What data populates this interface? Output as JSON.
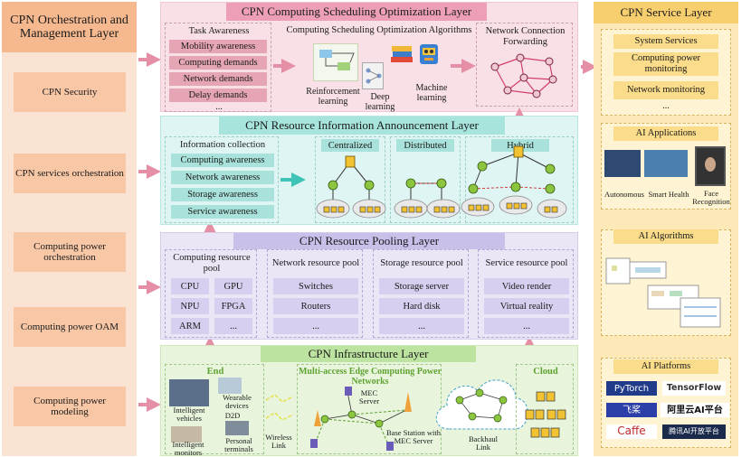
{
  "management": {
    "title": "CPN Orchestration and Management Layer",
    "items": [
      "CPN Security",
      "CPN services orchestration",
      "Computing power orchestration",
      "Computing power OAM",
      "Computing power modeling"
    ]
  },
  "scheduling": {
    "title": "CPN Computing Scheduling Optimization Layer",
    "task_awareness": {
      "title": "Task Awareness",
      "items": [
        "Mobility awareness",
        "Computing demands",
        "Network demands",
        "Delay demands",
        "..."
      ]
    },
    "algorithms": {
      "title": "Computing Scheduling Optimization Algorithms",
      "items": [
        "Reinforcement learning",
        "Deep learning",
        "Machine learning"
      ]
    },
    "forwarding": {
      "title": "Network Connection Forwarding"
    }
  },
  "info": {
    "title": "CPN Resource Information Announcement Layer",
    "collection": {
      "title": "Information collection",
      "items": [
        "Computing awareness",
        "Network awareness",
        "Storage awareness",
        "Service awareness"
      ]
    },
    "modes": [
      "Centralized",
      "Distributed",
      "Hybrid"
    ]
  },
  "pool": {
    "title": "CPN Resource Pooling Layer",
    "pools": [
      {
        "title": "Computing resource pool",
        "items": [
          "CPU",
          "GPU",
          "NPU",
          "FPGA",
          "ARM",
          "..."
        ]
      },
      {
        "title": "Network resource pool",
        "items": [
          "Switches",
          "Routers",
          "..."
        ]
      },
      {
        "title": "Storage resource pool",
        "items": [
          "Storage server",
          "Hard disk",
          "..."
        ]
      },
      {
        "title": "Service resource pool",
        "items": [
          "Video render",
          "Virtual reality",
          "..."
        ]
      }
    ]
  },
  "infra": {
    "title": "CPN Infrastructure Layer",
    "end": {
      "title": "End",
      "labels": [
        "Intelligent vehicles",
        "Wearable devices",
        "D2D",
        "Intelligent monitors",
        "Personal terminals"
      ]
    },
    "wireless": "Wireless Link",
    "mec": {
      "title": "Multi-access Edge Computing Power Networks",
      "labels": [
        "MEC Server",
        "Base Station with MEC Server"
      ]
    },
    "backhaul": "Backhaul Link",
    "cloud": "Cloud"
  },
  "service": {
    "title": "CPN Service Layer",
    "system_services": {
      "title": "System Services",
      "items": [
        "Computing power monitoring",
        "Network monitoring",
        "..."
      ]
    },
    "ai_applications": {
      "title": "AI Applications",
      "labels": [
        "Autonomous",
        "Smart Health",
        "Face Recognition"
      ]
    },
    "ai_algorithms": {
      "title": "AI Algorithms"
    },
    "ai_platforms": {
      "title": "AI Platforms",
      "logos": [
        "PyTorch",
        "TensorFlow",
        "飞桨",
        "阿里云AI平台",
        "Caffe",
        "腾讯AI开放平台"
      ]
    }
  },
  "colors": {
    "mgmt": "#fbe3d4",
    "mgmt_header": "#f6b98f",
    "scheduling": "#f8e0e6",
    "info": "#dff5f3",
    "pool": "#eae6f5",
    "infra": "#e8f5dc",
    "service": "#fde8b8",
    "arrow": "#e58fa7",
    "arrow_up": "#f6d15a"
  }
}
